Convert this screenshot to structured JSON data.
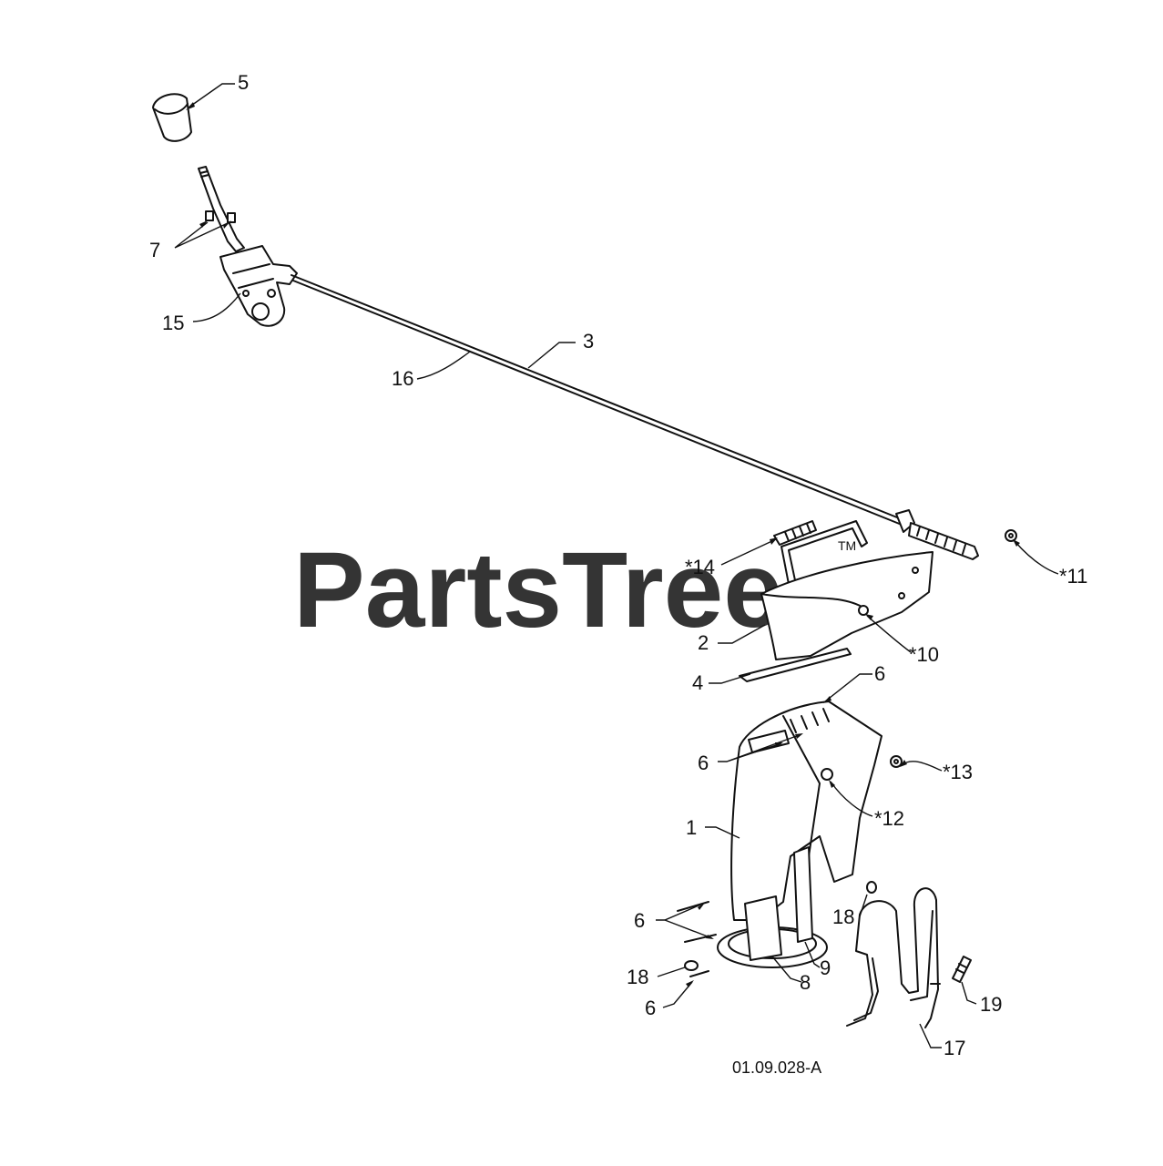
{
  "diagram": {
    "watermark": "PartsTree",
    "watermark_tm": "TM",
    "drawing_id": "01.09.028-A",
    "callouts": {
      "c5": "5",
      "c7": "7",
      "c15": "15",
      "c16": "16",
      "c3": "3",
      "c14": "*14",
      "c11": "*11",
      "c2": "2",
      "c10": "*10",
      "c4": "4",
      "c6a": "6",
      "c6b": "6",
      "c13": "*13",
      "c12": "*12",
      "c1": "1",
      "c18a": "18",
      "c6c": "6",
      "c18b": "18",
      "c6d": "6",
      "c8": "8",
      "c9": "9",
      "c19": "19",
      "c17": "17"
    }
  }
}
